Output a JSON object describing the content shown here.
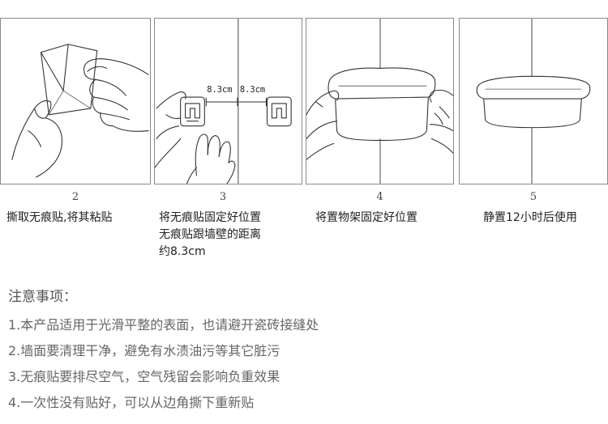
{
  "steps": [
    {
      "number": "2",
      "caption_lines": [
        "撕取无痕贴,将其粘贴"
      ]
    },
    {
      "number": "3",
      "caption_lines": [
        "将无痕贴固定好位置",
        "无痕贴跟墙壁的距离",
        "约8.3cm"
      ],
      "measure_left": "8.3cm",
      "measure_right": "8.3cm"
    },
    {
      "number": "4",
      "caption_lines": [
        "将置物架固定好位置"
      ]
    },
    {
      "number": "5",
      "caption_lines": [
        "静置12小时后使用"
      ]
    }
  ],
  "notes": {
    "title": "注意事项：",
    "items": [
      "1.本产品适用于光滑平整的表面，也请避开瓷砖接缝处",
      "2.墙面要清理干净，避免有水渍油污等其它脏污",
      "3.无痕贴要排尽空气，空气残留会影响负重效果",
      "4.一次性没有贴好，可以从边角撕下重新贴"
    ]
  }
}
